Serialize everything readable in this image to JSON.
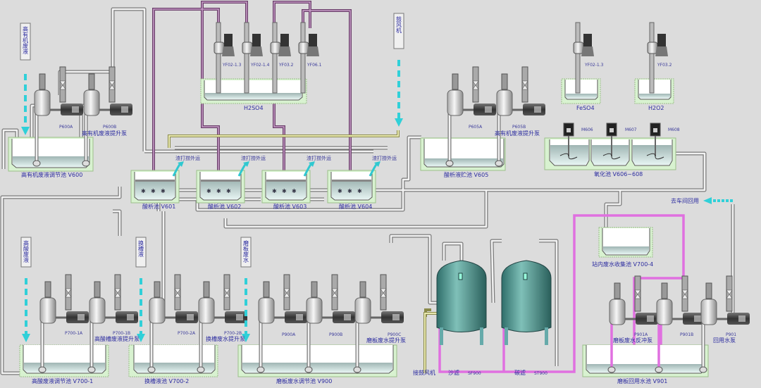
{
  "colors": {
    "background": "#dcdcdc",
    "label": "#2c2ca0",
    "flow_arrow": "#30d0d8",
    "acid_pipe": "#6b3f6b",
    "backwash_pipe": "#e070e0",
    "tank_frame": "#d8f2d0",
    "filter_tank": "#3f8a84"
  },
  "sources": {
    "high_organic": "高有机废液",
    "blower": "鼓风机",
    "high_acid": "高酸废液",
    "bath_change": "换槽液",
    "grinding": "磨板废水",
    "reuse": "去车间回用"
  },
  "upper": {
    "pumps_600": {
      "a": "P600A",
      "b": "P600B",
      "title": "高有机废液提升泵"
    },
    "tank_v600": "高有机废液调节池 V600",
    "dosing": [
      "YF02-1.3",
      "YF02-1.4",
      "YF03.2",
      "YF06.1"
    ],
    "h2so4": "H2SO4",
    "slag": "渣打捞外运",
    "acid_tanks": [
      "酸析池 V601",
      "酸析池 V602",
      "酸析池 V603",
      "酸析池 V604"
    ],
    "pumps_605": {
      "a": "P605A",
      "b": "P605B",
      "title": "高有机废液提升泵"
    },
    "tank_v605": "酸析液贮池 V605",
    "feso4_pump": "YF02-1.3",
    "feso4": "FeSO4",
    "h2o2_pump": "YF03.2",
    "h2o2": "H2O2",
    "mixers": [
      "M606",
      "M607",
      "M608"
    ],
    "oxidation": "氧化池 V606~608"
  },
  "lower": {
    "pumps_700_1": {
      "a": "P700-1A",
      "b": "P700-1B",
      "title": "高酸槽废液提升泵"
    },
    "tank_v700_1": "高酸废液调节池 V700-1",
    "pumps_700_2": {
      "a": "P700-2A",
      "b": "P700-2B",
      "title": "换槽废水提升泵"
    },
    "tank_v700_2": "换槽液池 V700-2",
    "pumps_900": {
      "a": "P900A",
      "b": "P900B",
      "c": "P900C",
      "title": "磨板废水提升泵"
    },
    "tank_v900": "磨板废水调节池 V900",
    "blower_conn": "接鼓风机",
    "sand_filter": "沙滤",
    "sand_filter_id": "SF900",
    "carbon_filter": "碳滤",
    "carbon_filter_id": "ST900",
    "collect_tank": "站内废水收集池 V700-4",
    "pumps_901": {
      "a": "P901A",
      "b": "P901B",
      "c": "P901",
      "backwash_title": "磨板废水反冲泵",
      "reuse_title": "回用水泵"
    },
    "tank_v901": "磨板回用水池 V901"
  }
}
